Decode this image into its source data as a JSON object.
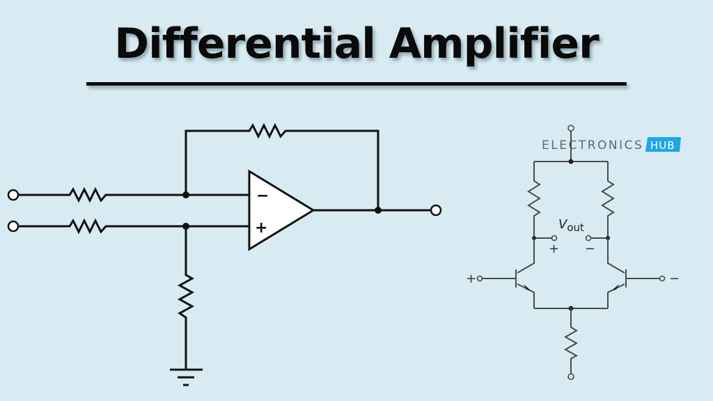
{
  "title": "Differential Amplifier",
  "watermark": {
    "brand_text": "ELECTRONICS",
    "brand_badge": "HUB",
    "badge_color": "#1ea6e6"
  },
  "opamp_circuit": {
    "inverting_sign": "−",
    "noninverting_sign": "+",
    "components": [
      "input-resistor-1",
      "input-resistor-2",
      "feedback-resistor",
      "ground-resistor",
      "op-amp",
      "ground"
    ]
  },
  "bjt_circuit": {
    "output_label_main": "V",
    "output_label_sub": "out",
    "plus_output_sign": "+",
    "minus_output_sign": "−",
    "plus_input_sign": "+",
    "minus_input_sign": "−"
  },
  "colors": {
    "background": "#d8ebf3",
    "wire_main": "#111111",
    "wire_secondary": "#4a4a4a"
  }
}
